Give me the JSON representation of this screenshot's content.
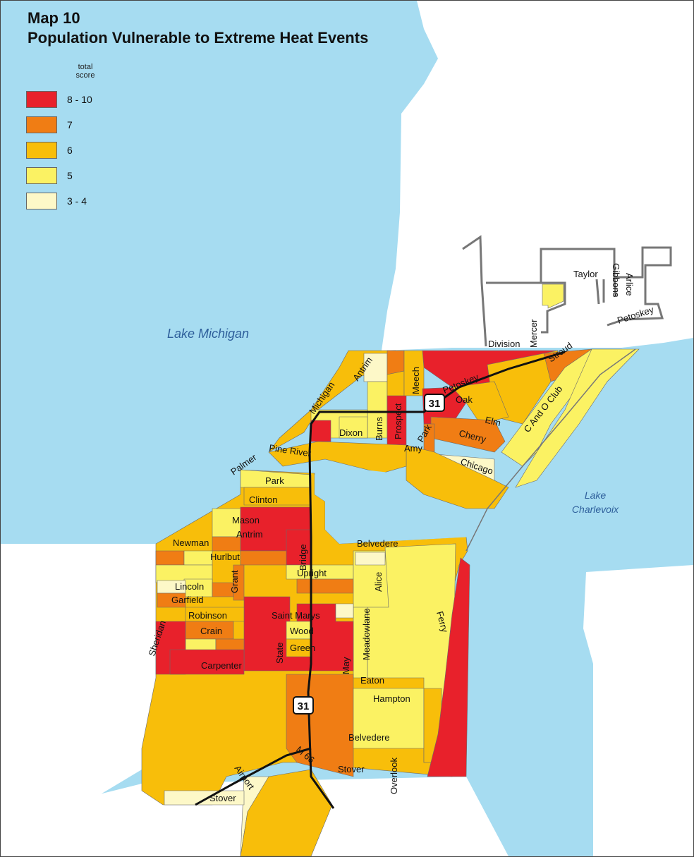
{
  "map": {
    "title": "Map 10",
    "subtitle": "Population Vulnerable to Extreme Heat Events",
    "legend": {
      "heading_line1": "total",
      "heading_line2": "score",
      "items": [
        {
          "label": "8 - 10",
          "color": "#e8212b"
        },
        {
          "label": "7",
          "color": "#f07d14"
        },
        {
          "label": "6",
          "color": "#f8be0a"
        },
        {
          "label": "5",
          "color": "#fbf263"
        },
        {
          "label": "3 - 4",
          "color": "#fdf8c8"
        }
      ]
    },
    "colors": {
      "water": "#a6dcf1",
      "land": "#ffffff",
      "road": "#111111",
      "boundary": "#777777"
    },
    "water_labels": {
      "lake_michigan": "Lake Michigan",
      "lake_charlevoix_line1": "Lake",
      "lake_charlevoix_line2": "Charlevoix"
    },
    "highway_shields": [
      "31",
      "31"
    ],
    "streets": {
      "taylor": "Taylor",
      "gibbons": "Gibbons",
      "arlice": "Arlice",
      "petoskey_ne": "Petoskey",
      "division": "Division",
      "mercer": "Mercer",
      "stroud": "Stroud",
      "michigan": "Michigan",
      "antrim_n": "Antrim",
      "meech": "Meech",
      "petoskey": "Petoskey",
      "oak": "Oak",
      "elm": "Elm",
      "c_and_o_club": "C And O Club",
      "cherry": "Cherry",
      "prospect": "Prospect",
      "burns": "Burns",
      "dixon": "Dixon",
      "park_n": "Park",
      "amy": "Amy",
      "chicago": "Chicago",
      "pine_river": "Pine River",
      "palmer": "Palmer",
      "park": "Park",
      "clinton": "Clinton",
      "mason": "Mason",
      "antrim": "Antrim",
      "newman": "Newman",
      "bridge": "Bridge",
      "belvedere_n": "Belvedere",
      "hurlbut": "Hurlbut",
      "upright": "Upright",
      "grant": "Grant",
      "alice": "Alice",
      "lincoln": "Lincoln",
      "garfield": "Garfield",
      "saint_marys": "Saint Marys",
      "robinson": "Robinson",
      "crain": "Crain",
      "wood": "Wood",
      "sheridan": "Sheridan",
      "green": "Green",
      "meadowlane": "Meadowlane",
      "ferry": "Ferry",
      "state": "State",
      "carpenter": "Carpenter",
      "may": "May",
      "eaton": "Eaton",
      "hampton": "Hampton",
      "belvedere_s": "Belvedere",
      "m66": "M 66",
      "airport": "Airport",
      "stover": "Stover",
      "overlook": "Overlook",
      "stover_sw": "Stover"
    }
  }
}
